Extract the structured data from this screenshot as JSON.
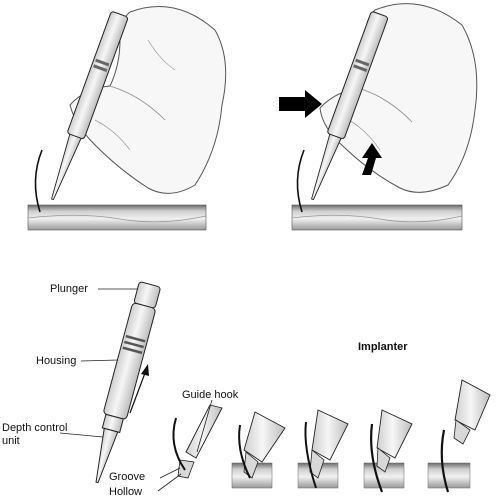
{
  "labels": {
    "plunger": "Plunger",
    "housing": "Housing",
    "depth_control_unit_line1": "Depth control",
    "depth_control_unit_line2": "unit",
    "guide_hook": "Guide hook",
    "implanter": "Implanter",
    "groove": "Groove",
    "hollow": "Hollow"
  },
  "colors": {
    "skin_dark": "#4a4a4a",
    "skin_mid": "#8a8a8a",
    "skin_light": "#d4d4d4",
    "instrument_fill": "#e8e8e8",
    "instrument_stroke": "#222222",
    "hand_fill": "#f6f6f6",
    "hair": "#111111",
    "arrow": "#000000"
  },
  "icons": {
    "push_arrow": "right-arrow",
    "upward_arrow": "up-arrow",
    "motion_arrow": "thin-up-arrow"
  }
}
